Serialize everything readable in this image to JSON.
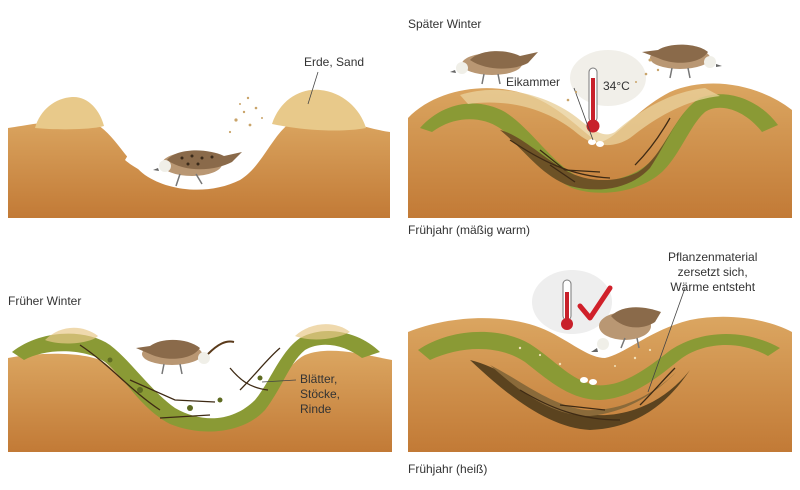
{
  "colors": {
    "ground_top": "#d9a55e",
    "ground_bottom": "#c7803a",
    "sand": "#e8c98a",
    "leaves": "#8a9a35",
    "leaves_dark": "#5e6b22",
    "compost": "#7a5a2a",
    "egg": "#ffffff",
    "check": "#d0202a",
    "thermo": "#c8202a"
  },
  "panels": {
    "top_left": {
      "label": "Erde, Sand"
    },
    "top_right": {
      "title": "Später Winter",
      "egg_label": "Eikammer",
      "temperature": "34°C",
      "caption": "Frühjahr (mäßig warm)"
    },
    "bottom_left": {
      "title": "Früher Winter",
      "material_lines": [
        "Blätter,",
        "Stöcke,",
        "Rinde"
      ]
    },
    "bottom_right": {
      "decomp_lines": [
        "Pflanzenmaterial",
        "zersetzt sich,",
        "Wärme entsteht"
      ],
      "caption": "Frühjahr (heiß)"
    }
  },
  "icons": [
    "bird-icon",
    "thermometer-icon",
    "checkmark-icon",
    "egg-icon"
  ]
}
